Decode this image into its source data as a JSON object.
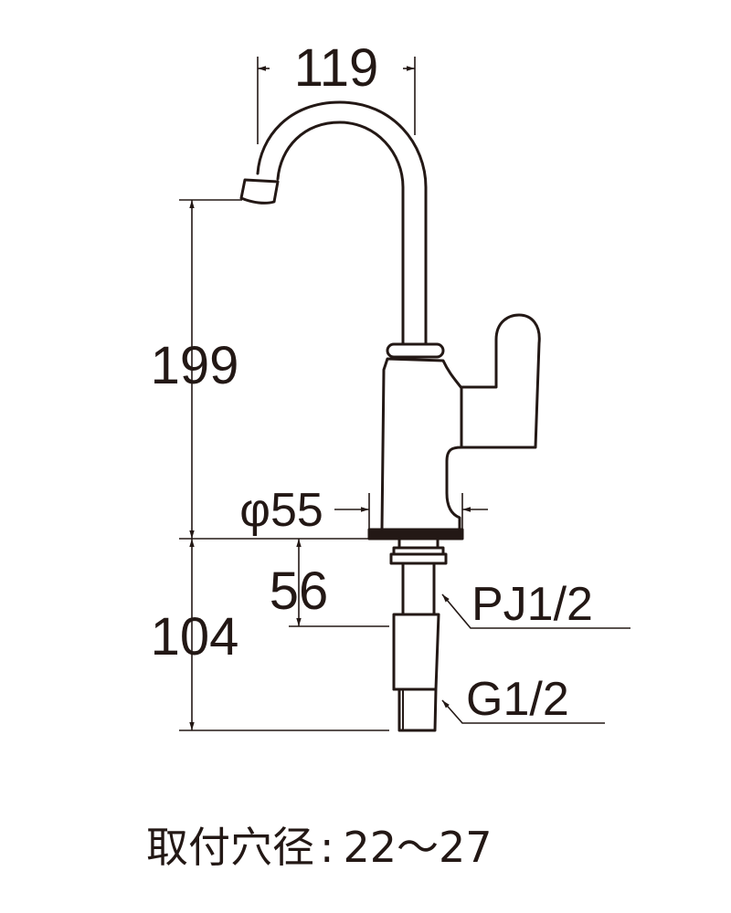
{
  "dimensions": {
    "spout_reach": "119",
    "spout_height": "199",
    "base_diameter": "φ55",
    "shank_length": "56",
    "total_shank_length": "104"
  },
  "connections": {
    "upper_thread": "PJ1/2",
    "lower_thread": "G1/2"
  },
  "note": {
    "label": "取付穴径",
    "separator": ":",
    "value": "22〜27"
  },
  "colors": {
    "line": "#231815",
    "background": "#ffffff"
  }
}
